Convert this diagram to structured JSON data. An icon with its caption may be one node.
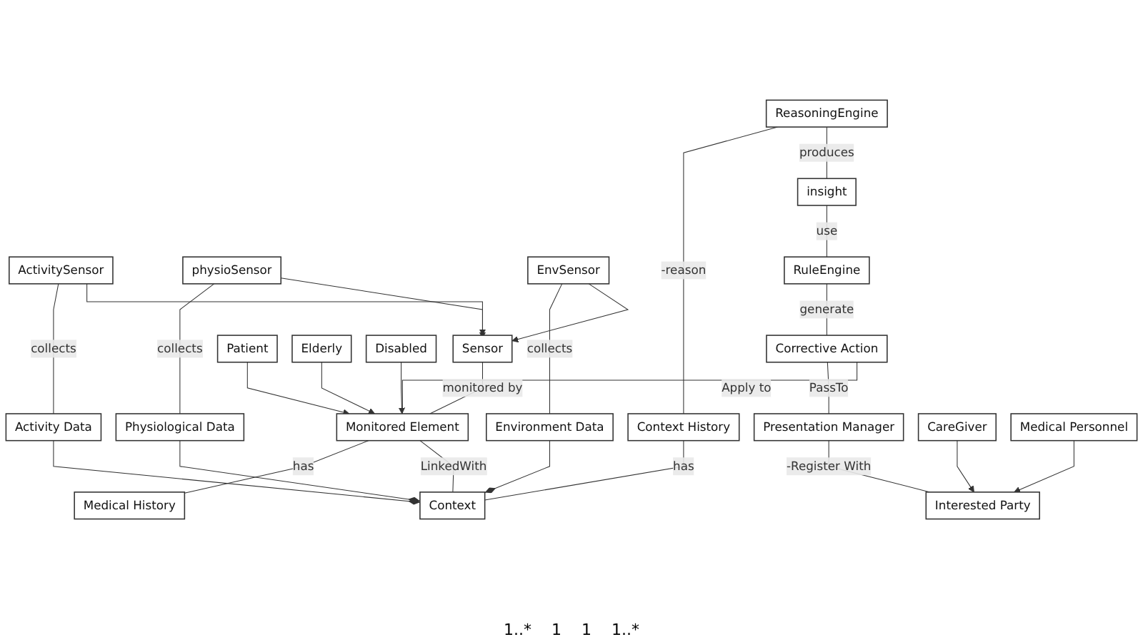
{
  "diagram": {
    "nodes": [
      {
        "text": [
          "ActivitySensor"
        ]
      },
      {
        "text": [
          "physioSensor"
        ]
      },
      {
        "text": [
          "EnvSensor"
        ]
      },
      {
        "text": [
          "Sensor"
        ]
      },
      {
        "text": [
          "ReasoningEngine"
        ]
      },
      {
        "text": [
          "insight"
        ]
      },
      {
        "text": [
          "RuleEngine"
        ]
      },
      {
        "text": [
          "Context History"
        ]
      },
      {
        "text": [
          "Monitored Element"
        ]
      },
      {
        "text": [
          "Activity Data"
        ]
      },
      {
        "text": [
          "Context"
        ]
      },
      {
        "text": [
          "Physiological Data"
        ]
      },
      {
        "text": [
          "Corrective Action"
        ]
      },
      {
        "text": [
          "Presentation Manager"
        ]
      },
      {
        "text": [
          "Interested Party"
        ]
      },
      {
        "text": [
          "Patient"
        ]
      },
      {
        "text": [
          "Elderly"
        ]
      },
      {
        "text": [
          "Disabled"
        ]
      },
      {
        "text": [
          "Environment Data"
        ]
      },
      {
        "text": [
          "CareGiver"
        ]
      },
      {
        "text": [
          "Medical Personnel"
        ]
      },
      {
        "text": [
          "Medical History"
        ]
      }
    ],
    "edges": [
      {
        "from": 0,
        "to": 3,
        "arrow": "to"
      },
      {
        "from": 1,
        "to": 3,
        "arrow": "to"
      },
      {
        "from": 2,
        "to": 3,
        "arrow": "to"
      },
      {
        "from": 3,
        "to": 8,
        "arrow": "none",
        "label": "monitored by"
      },
      {
        "from": 1,
        "to": 11,
        "arrow": "none",
        "label": "collects"
      },
      {
        "from": 2,
        "to": 18,
        "arrow": "none",
        "label": "collects"
      },
      {
        "from": 0,
        "to": 9,
        "arrow": "none",
        "label": "collects"
      },
      {
        "from": 4,
        "to": 5,
        "arrow": "none",
        "label": "produces"
      },
      {
        "from": 5,
        "to": 6,
        "arrow": "none",
        "label": "use"
      },
      {
        "from": 6,
        "to": 12,
        "arrow": "none",
        "label": "generate"
      },
      {
        "from": 12,
        "to": 13,
        "arrow": "none",
        "label": "PassTo"
      },
      {
        "from": 4,
        "to": 7,
        "arrow": "none",
        "label": "-reason"
      },
      {
        "from": 7,
        "to": 10,
        "arrow": "none",
        "label": "has"
      },
      {
        "from": 8,
        "to": 10,
        "arrow": "none",
        "label": "LinkedWith"
      },
      {
        "from": 8,
        "to": 21,
        "arrow": "none",
        "label": "has"
      },
      {
        "from": 9,
        "to": 10,
        "arrow": "other"
      },
      {
        "from": 11,
        "to": 10,
        "arrow": "other"
      },
      {
        "from": 18,
        "to": 10,
        "arrow": "other"
      },
      {
        "from": 15,
        "to": 8,
        "arrow": "to"
      },
      {
        "from": 16,
        "to": 8,
        "arrow": "to"
      },
      {
        "from": 17,
        "to": 8,
        "arrow": "to"
      },
      {
        "from": 13,
        "to": 14,
        "arrow": "none",
        "label": "-Register With"
      },
      {
        "from": 19,
        "to": 14,
        "arrow": "to"
      },
      {
        "from": 20,
        "to": 14,
        "arrow": "to"
      },
      {
        "from": 12,
        "to": 8,
        "arrow": "none",
        "label": "Apply to"
      }
    ],
    "labels": [
      "1..*",
      "1",
      "1",
      "1..*"
    ]
  }
}
